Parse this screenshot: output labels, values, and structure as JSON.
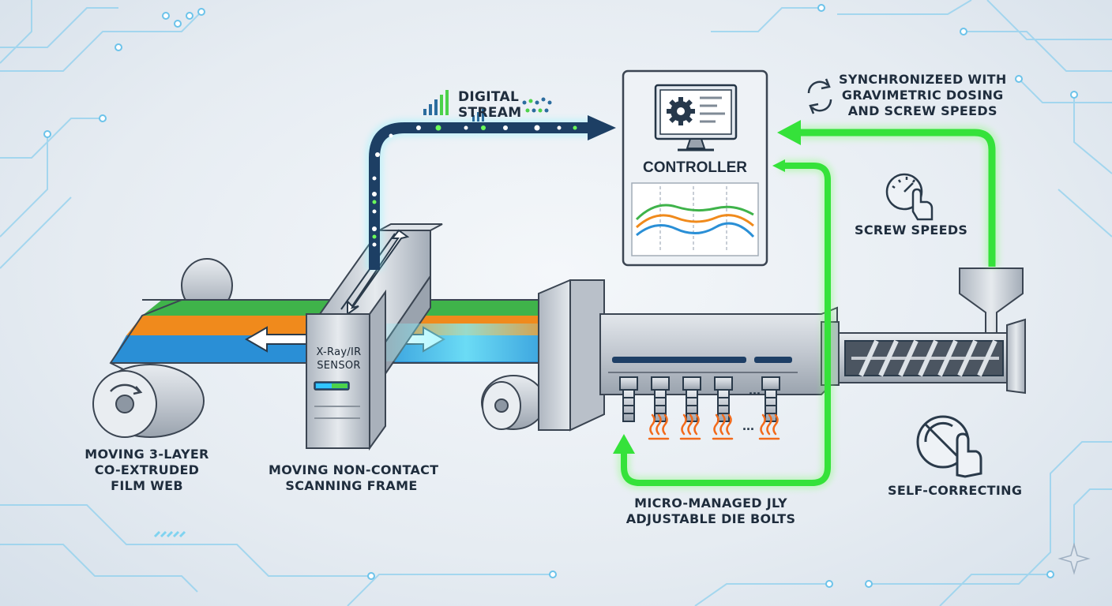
{
  "labels": {
    "digital_stream": [
      "DIGITAL",
      "STREAM"
    ],
    "synchronized": [
      "SYNCHRONIZEED WITH",
      "GRAVIMETRIC DOSING",
      "AND SCREW SPEEDS"
    ],
    "controller": "CONTROLLER",
    "sensor": [
      "X-Ray/IR",
      "SENSOR"
    ],
    "screw_speeds": "SCREW SPEEDS",
    "self_correcting": "SELF-CORRECTING",
    "film_web": [
      "MOVING 3-LAYER",
      "CO-EXTRUDED",
      "FILM WEB"
    ],
    "scanning_frame": [
      "MOVING NON-CONTACT",
      "SCANNING FRAME"
    ],
    "die_bolts": [
      "MICRO-MANAGED JLY",
      "ADJUSTABLE DIE BOLTS"
    ],
    "ellipsis": "..."
  },
  "icons": [
    "refresh-cycle-icon",
    "gear-monitor-icon",
    "gauge-hand-icon",
    "no-manual-adjust-icon",
    "heat-icon",
    "signal-bars-icon",
    "sparkle-icon"
  ],
  "colors": {
    "green_loop": "#35e23a",
    "stream_blue": "#1d3f64",
    "layer_green": "#3fb34a",
    "layer_orange": "#f08a1c",
    "layer_blue": "#2a8fd6",
    "metal": "#c6ccd4",
    "heat": "#f26a1b"
  }
}
